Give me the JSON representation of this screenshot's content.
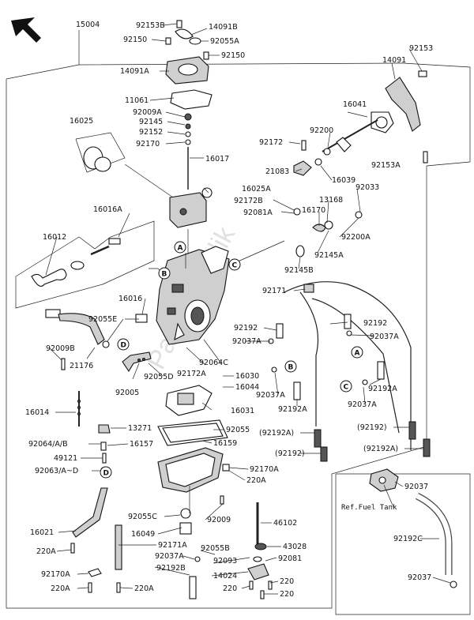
{
  "watermark": "Partsrepublik",
  "ref_note": "Ref.Fuel Tank",
  "callouts": [
    "A",
    "B",
    "C",
    "D"
  ],
  "parts": {
    "p15004": "15004",
    "p92153B": "92153B",
    "p14091B": "14091B",
    "p92150_l": "92150",
    "p92055A_t": "92055A",
    "p92150_r": "92150",
    "p14091A": "14091A",
    "p92153_r": "92153",
    "p14091": "14091",
    "p11061": "11061",
    "p92009A": "92009A",
    "p92145": "92145",
    "p92152": "92152",
    "p92170": "92170",
    "p16025": "16025",
    "p16041": "16041",
    "p92200": "92200",
    "p92172": "92172",
    "p16017": "16017",
    "p21083": "21083",
    "p16039": "16039",
    "p92153A": "92153A",
    "p16025A": "16025A",
    "p92033": "92033",
    "p92172B": "92172B",
    "p13168": "13168",
    "p16016A": "16016A",
    "p92081A": "92081A",
    "p16170": "16170",
    "p92200A": "92200A",
    "p16012": "16012",
    "p92145A": "92145A",
    "p92145B": "92145B",
    "p92171": "92171",
    "p16016": "16016",
    "p92055E": "92055E",
    "p92192_a": "92192",
    "p92192_b": "92192",
    "p92037A_a": "92037A",
    "p92037A_b": "92037A",
    "p92009B": "92009B",
    "p21176": "21176",
    "p92064C": "92064C",
    "p92172A": "92172A",
    "p16030": "16030",
    "p16044": "16044",
    "p92005": "92005",
    "p92055D": "92055D",
    "p92037A_c": "92037A",
    "p92192A_a": "92192A",
    "p92037A_d": "92037A",
    "p92192A_b": "92192A",
    "p16014": "16014",
    "p16031": "16031",
    "p13271": "13271",
    "p92055": "92055",
    "p92064AB": "92064/A/B",
    "p16157": "16157",
    "p16159": "16159",
    "p92192A_p1": "(92192A)",
    "p92192_p1": "(92192)",
    "p92192_p2": "(92192)",
    "p92192A_p2": "(92192A)",
    "p49121": "49121",
    "p92063AD": "92063/A~D",
    "p92170A_a": "92170A",
    "p220A_a": "220A",
    "p92037_r1": "92037",
    "p16021": "16021",
    "p92055C": "92055C",
    "p92009": "92009",
    "p46102": "46102",
    "p16049": "16049",
    "p220A_b": "220A",
    "p92171A": "92171A",
    "p92192C": "92192C",
    "p92055B": "92055B",
    "p43028": "43028",
    "p92037A_e": "92037A",
    "p92093": "92093",
    "p92081": "92081",
    "p92170A_b": "92170A",
    "p92192B": "92192B",
    "p14024": "14024",
    "p92037_r2": "92037",
    "p220A_c": "220A",
    "p220A_d": "220A",
    "p220_a": "220",
    "p220_b": "220",
    "p220_c": "220"
  }
}
